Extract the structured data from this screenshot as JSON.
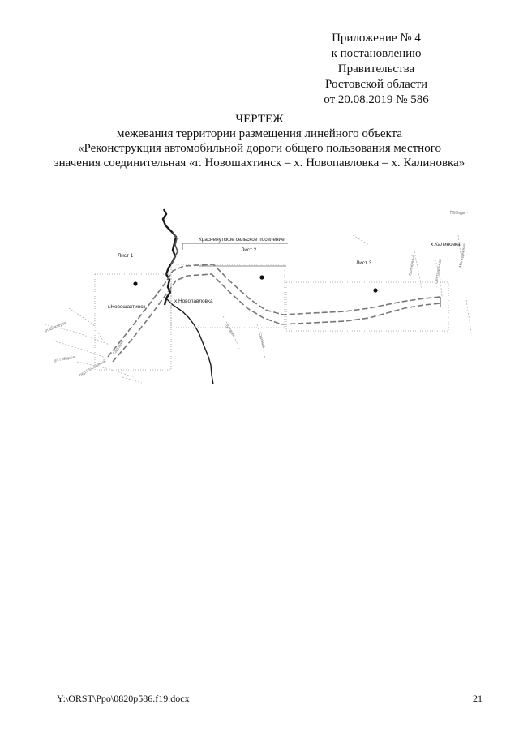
{
  "appendix": {
    "line1": "Приложение № 4",
    "line2": "к постановлению",
    "line3": "Правительства",
    "line4": "Ростовской области",
    "line5": "от 20.08.2019 № 586"
  },
  "title": {
    "heading": "ЧЕРТЕЖ",
    "line1": "межевания территории размещения линейного объекта",
    "line2": "«Реконструкция автомобильной дороги общего пользования местного",
    "line3": "значения соединительная «г. Новошахтинск – х. Новопавловка – х. Калиновка»"
  },
  "map": {
    "settlement_label": "Красненутское сельское поселение",
    "sheet1": "Лист 1",
    "sheet2": "Лист 2",
    "sheet3": "Лист 3",
    "town_novoshakhtinsk": "г.Новошахтинск",
    "village_novopavlovka": "х.Новопавловка",
    "village_kalinovka": "х.Калиновка",
    "street_1": "ул.Шахтеров",
    "street_2": "ул.Гайдара",
    "street_3": "пер.Шоссейный",
    "street_4": "Садовая",
    "street_5": "Луговая",
    "street_6": "Степная",
    "street_7": "Солнечный",
    "street_8": "Центральная",
    "street_9": "Победы",
    "street_10": "Молодежная"
  },
  "footer": {
    "path": "Y:\\ORST\\Ppo\\0820p586.f19.docx",
    "page_number": "21"
  }
}
